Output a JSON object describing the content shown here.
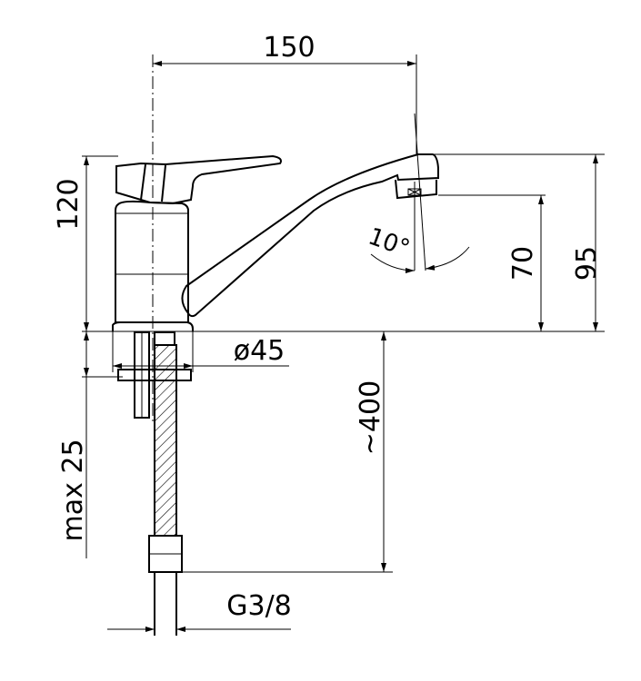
{
  "dimensions": {
    "width": "150",
    "body_height": "120",
    "outlet_height": "70",
    "total_height": "95",
    "base_diameter": "ø45",
    "hose_length": "~400",
    "max_counter_thickness": "max 25",
    "connection_thread": "G3/8",
    "spout_angle": "10°"
  }
}
